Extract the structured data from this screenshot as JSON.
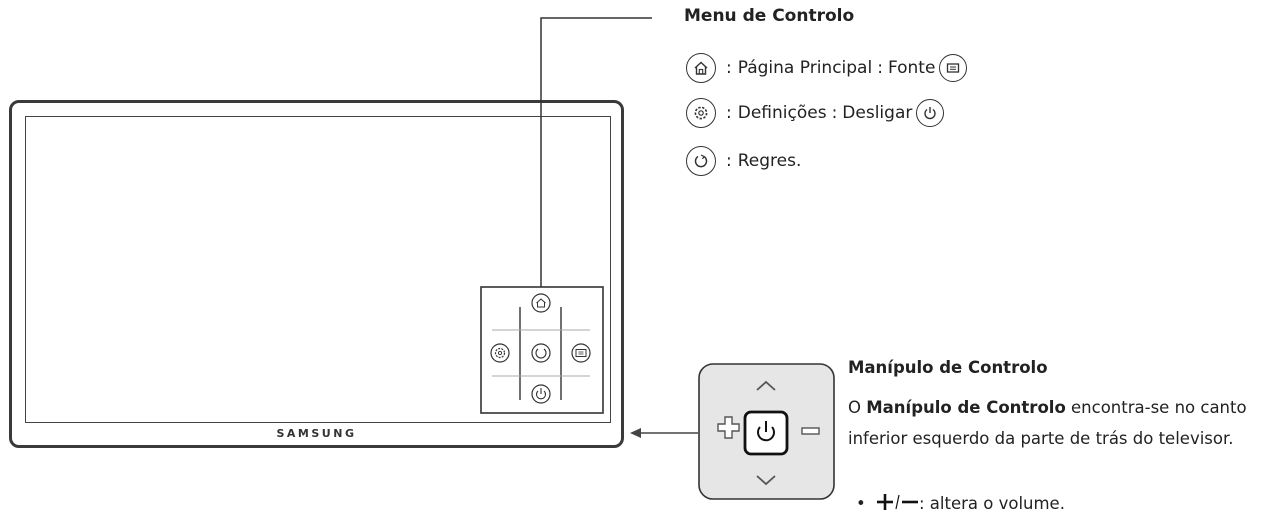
{
  "diagram": {
    "brand": "SAMSUNG",
    "menu": {
      "title": "Menu de Controlo",
      "items": [
        {
          "icon": "home-icon",
          "label": "Página Principal",
          "separator": ":",
          "second_label": "Fonte",
          "second_icon": "source-icon"
        },
        {
          "icon": "settings-icon",
          "label": "Definições",
          "separator": ":",
          "second_label": "Desligar",
          "second_icon": "power-icon"
        },
        {
          "icon": "return-icon",
          "label": "Regres."
        }
      ]
    },
    "joystick": {
      "title": "Manípulo de Controlo",
      "desc_prefix": "O ",
      "desc_bold": "Manípulo de Controlo",
      "desc_rest": " encontra-se no canto inferior esquerdo da parte de trás do televisor.",
      "bullet_text": ": altera o volume."
    }
  }
}
